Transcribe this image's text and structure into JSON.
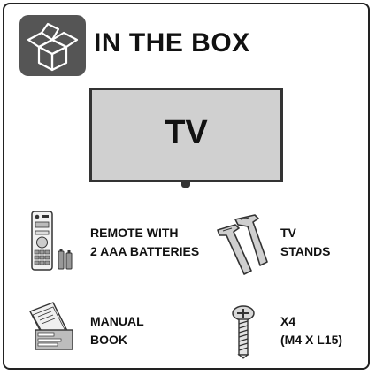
{
  "header": {
    "title": "IN THE BOX",
    "icon": "open-box-icon"
  },
  "tv": {
    "label": "TV"
  },
  "items": [
    {
      "icon": "remote-batteries-icon",
      "line1": "REMOTE WITH",
      "line2": "2 AAA BATTERIES"
    },
    {
      "icon": "tv-stands-icon",
      "line1": "TV",
      "line2": "STANDS"
    },
    {
      "icon": "manual-book-icon",
      "line1": "MANUAL",
      "line2": "BOOK"
    },
    {
      "icon": "screw-icon",
      "line1": "X4",
      "line2": "(M4 X L15)"
    }
  ],
  "colors": {
    "icon_bg": "#555555",
    "screen": "#d0d0d0",
    "border": "#222222"
  }
}
